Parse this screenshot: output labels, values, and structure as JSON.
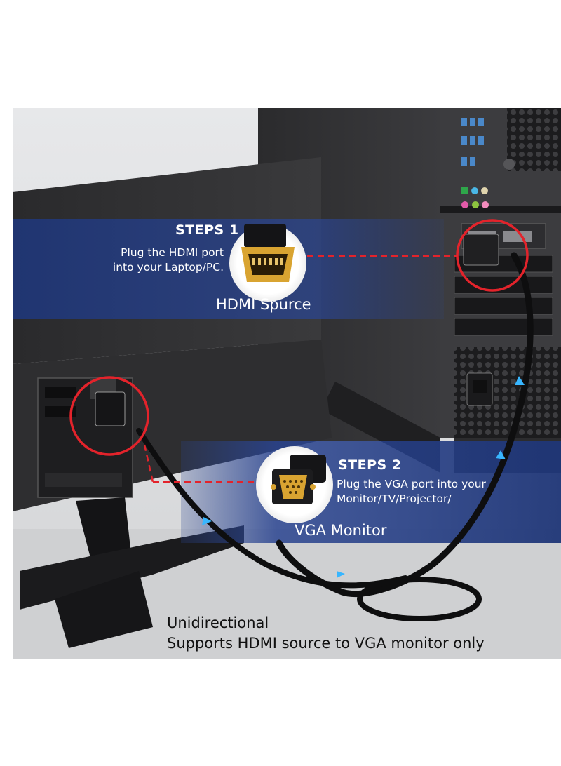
{
  "steps": [
    {
      "title": "STEPS 1",
      "description_lines": [
        "Plug the HDMI port",
        "into your Laptop/PC."
      ],
      "label": "HDMI Spurce",
      "connector_icon": "hdmi-connector-icon"
    },
    {
      "title": "STEPS 2",
      "description_lines": [
        "Plug the VGA port into your",
        "Monitor/TV/Projector/"
      ],
      "label": "VGA Monitor",
      "connector_icon": "vga-connector-icon"
    }
  ],
  "footer": {
    "line1": "Unidirectional",
    "line2": "Supports HDMI source to VGA monitor only"
  },
  "colors": {
    "banner_blue": "#233a7a",
    "highlight_red": "#e3232b",
    "connector_gold": "#d9a431",
    "cable_black": "#111111",
    "arrow_blue": "#38b6ff"
  }
}
